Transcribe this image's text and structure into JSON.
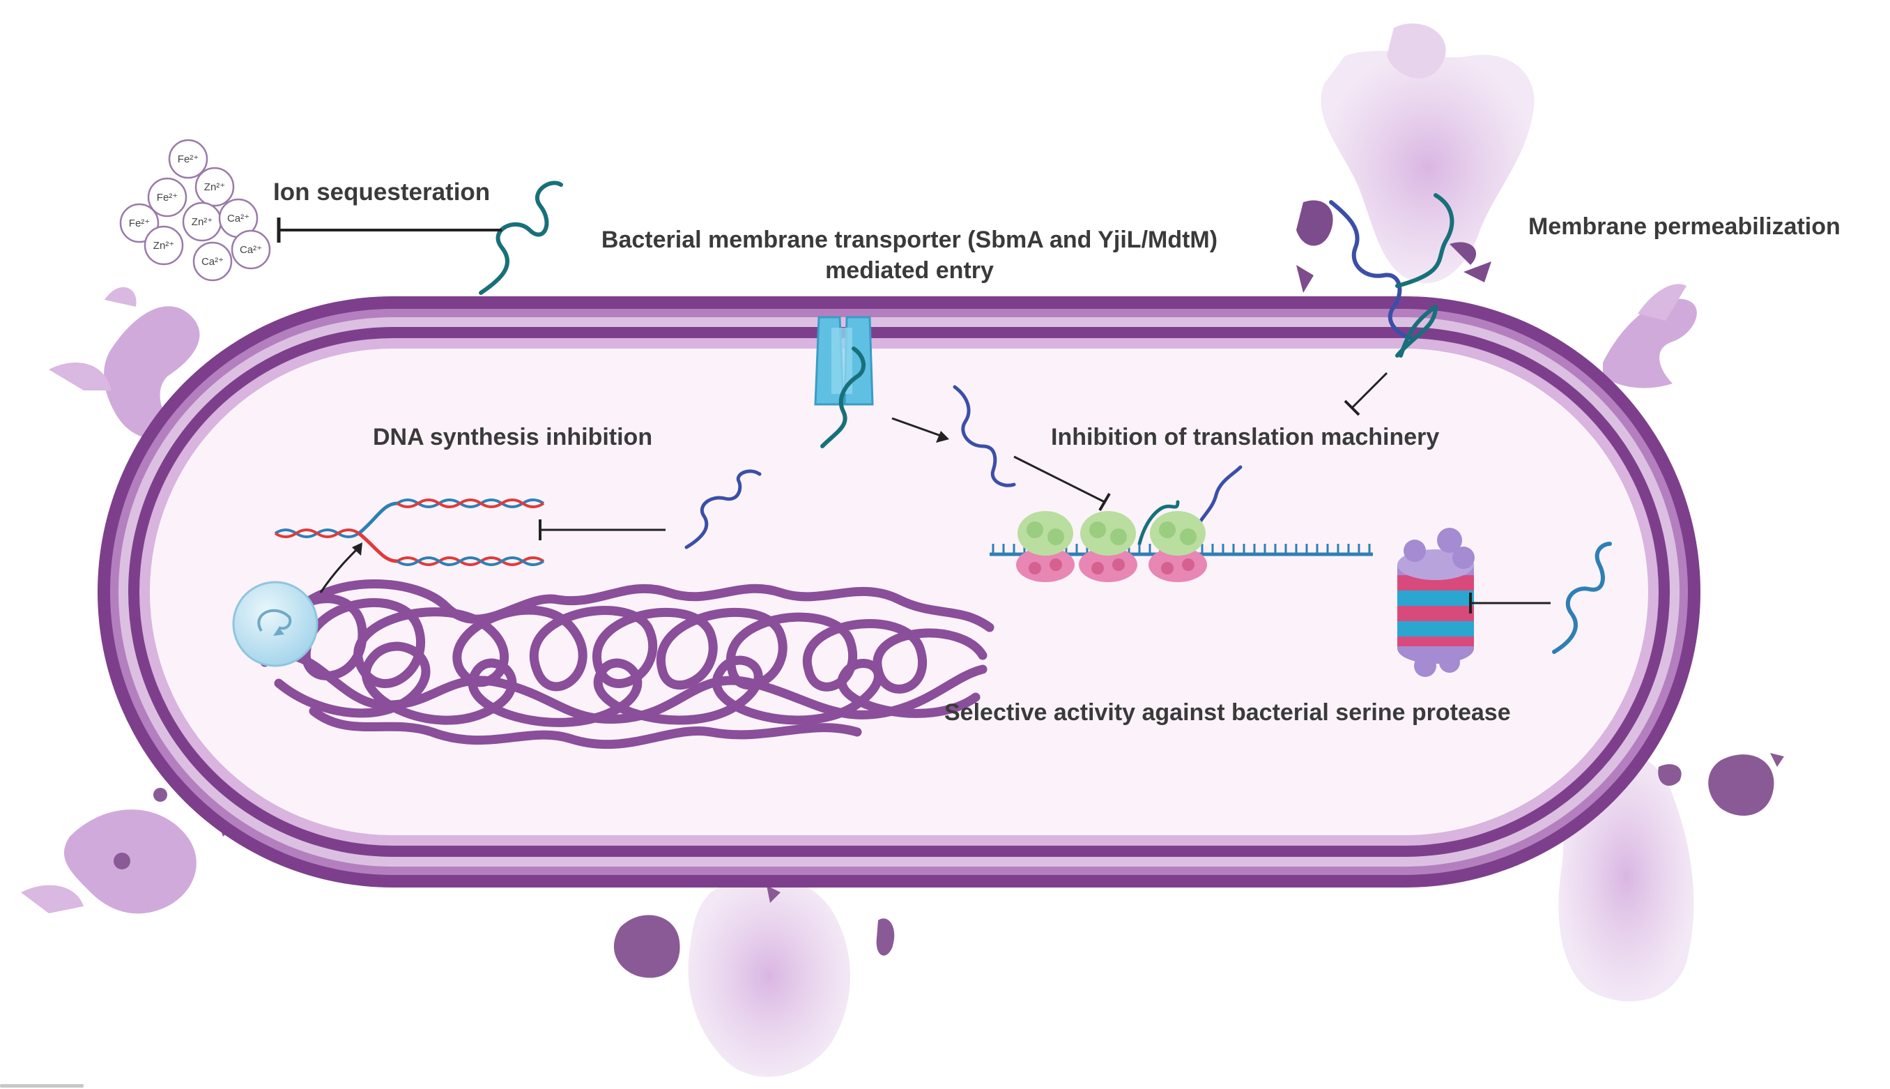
{
  "labels": {
    "ion_sequestration": "Ion sequesteration",
    "transporter_line1": "Bacterial membrane transporter (SbmA and YjiL/MdtM)",
    "transporter_line2": "mediated entry",
    "membrane_permeabilization": "Membrane permeabilization",
    "dna_inhibition": "DNA synthesis inhibition",
    "translation_inhibition": "Inhibition of translation machinery",
    "serine_protease": "Selective activity  against bacterial serine protease"
  },
  "ions": [
    {
      "symbol": "Fe²⁺"
    },
    {
      "symbol": "Fe²⁺"
    },
    {
      "symbol": "Zn²⁺"
    },
    {
      "symbol": "Fe²⁺"
    },
    {
      "symbol": "Zn²⁺"
    },
    {
      "symbol": "Ca²⁺"
    },
    {
      "symbol": "Zn²⁺"
    },
    {
      "symbol": "Ca²⁺"
    },
    {
      "symbol": "Ca²⁺"
    }
  ],
  "colors": {
    "membrane_dark": "#7d3f8c",
    "membrane_light": "#d8b4df",
    "cytoplasm": "#fbf3f9",
    "peptide_teal": "#17707a",
    "peptide_blue": "#3b4fa8",
    "dna_strand_blue": "#2f7fb5",
    "dna_strand_red": "#e03a3a",
    "nucleoid": "#8a4e9a",
    "leakage": "#c99bd6"
  }
}
